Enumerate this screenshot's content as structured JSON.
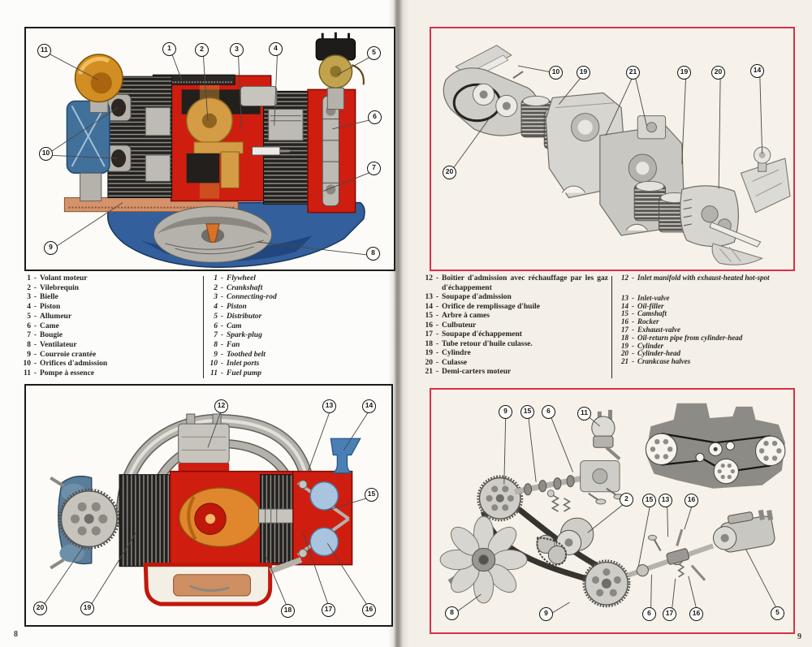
{
  "document": {
    "left_page_number": "8",
    "right_page_number": "9"
  },
  "lists": {
    "dash": "-",
    "left_fr": {
      "items": [
        {
          "n": "1",
          "t": "Volant moteur"
        },
        {
          "n": "2",
          "t": "Vilebrequin"
        },
        {
          "n": "3",
          "t": "Bielle"
        },
        {
          "n": "4",
          "t": "Piston"
        },
        {
          "n": "5",
          "t": "Allumeur"
        },
        {
          "n": "6",
          "t": "Came"
        },
        {
          "n": "7",
          "t": "Bougie"
        },
        {
          "n": "8",
          "t": "Ventilateur"
        },
        {
          "n": "9",
          "t": "Courroie crantée"
        },
        {
          "n": "10",
          "t": "Orifices d'admission"
        },
        {
          "n": "11",
          "t": "Pompe à essence"
        }
      ]
    },
    "left_en": {
      "items": [
        {
          "n": "1",
          "t": "Flywheel"
        },
        {
          "n": "2",
          "t": "Crankshaft"
        },
        {
          "n": "3",
          "t": "Connecting-rod"
        },
        {
          "n": "4",
          "t": "Piston"
        },
        {
          "n": "5",
          "t": "Distributor"
        },
        {
          "n": "6",
          "t": "Cam"
        },
        {
          "n": "7",
          "t": "Spark-plug"
        },
        {
          "n": "8",
          "t": "Fan"
        },
        {
          "n": "9",
          "t": "Toothed belt"
        },
        {
          "n": "10",
          "t": "Inlet ports"
        },
        {
          "n": "11",
          "t": "Fuel pump"
        }
      ]
    },
    "right_fr": {
      "items": [
        {
          "n": "12",
          "t": "Boîtier d'admission avec réchauffage par les gaz d'échappement"
        },
        {
          "n": "13",
          "t": "Soupape d'admission"
        },
        {
          "n": "14",
          "t": "Orifice de remplissage d'huile"
        },
        {
          "n": "15",
          "t": "Arbre à cames"
        },
        {
          "n": "16",
          "t": "Culbuteur"
        },
        {
          "n": "17",
          "t": "Soupape d'échappement"
        },
        {
          "n": "18",
          "t": "Tube retour d'huile culasse."
        },
        {
          "n": "19",
          "t": "Cylindre"
        },
        {
          "n": "20",
          "t": "Culasse"
        },
        {
          "n": "21",
          "t": "Demi-carters moteur"
        }
      ]
    },
    "right_en": {
      "items": [
        {
          "n": "12",
          "t": "Inlet manifold with exhaust-heated hot-spot"
        },
        {
          "n": "13",
          "t": "Inlet-valve"
        },
        {
          "n": "14",
          "t": "Oil-filler"
        },
        {
          "n": "15",
          "t": "Camshaft"
        },
        {
          "n": "16",
          "t": "Rocker"
        },
        {
          "n": "17",
          "t": "Exhaust-valve"
        },
        {
          "n": "18",
          "t": "Oil-return pipe from cylinder-head"
        },
        {
          "n": "19",
          "t": "Cylinder"
        },
        {
          "n": "20",
          "t": "Cylinder-head"
        },
        {
          "n": "21",
          "t": "Crankcase halves"
        }
      ]
    },
    "right_fr_wrap_line2": "d'échappement"
  },
  "figures": {
    "left_top": {
      "callouts": [
        "11",
        "1",
        "2",
        "3",
        "4",
        "5",
        "6",
        "7",
        "8",
        "9",
        "10"
      ]
    },
    "left_bottom": {
      "callouts": [
        "12",
        "13",
        "14",
        "15",
        "16",
        "17",
        "18",
        "19",
        "20"
      ]
    },
    "right_top": {
      "callouts": [
        "10",
        "19",
        "21",
        "19",
        "20",
        "14",
        "20"
      ]
    },
    "right_bottom": {
      "callouts": [
        "9",
        "15",
        "6",
        "11",
        "2",
        "15",
        "13",
        "16",
        "8",
        "9",
        "6",
        "17",
        "16",
        "5"
      ]
    }
  },
  "colors": {
    "red_figure_border": "#d8314a",
    "black_figure_border": "#1c1c1c",
    "engine_red": "#cf1d10",
    "crankshaft_orange": "#d49c45",
    "fan_housing_blue": "#33609c",
    "belt_plate_salmon": "#d4936a",
    "air_filter_copper": "#d28e22",
    "right_page_tint": "#f4efe7"
  }
}
